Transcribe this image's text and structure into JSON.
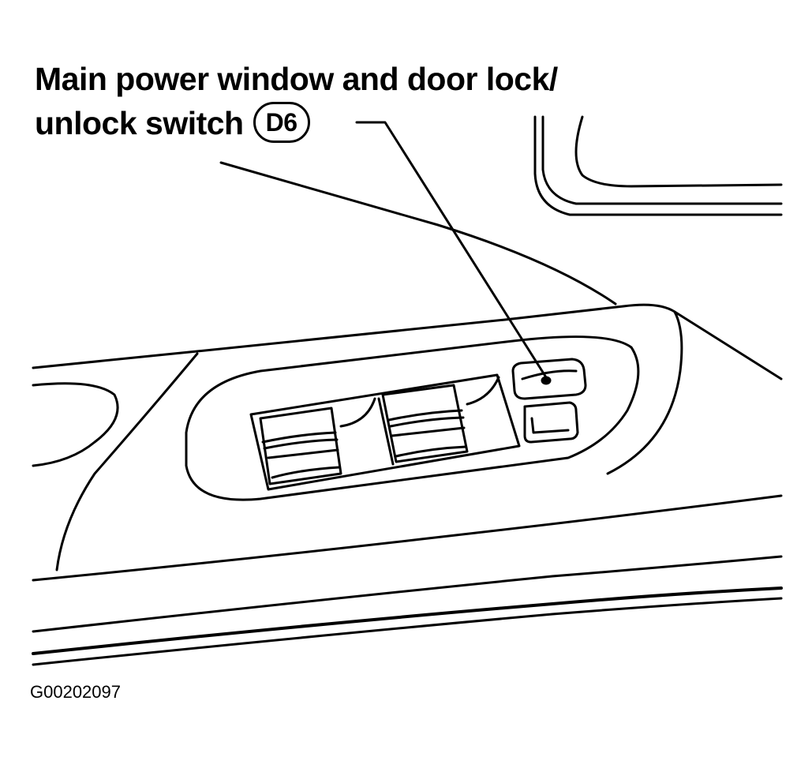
{
  "caption": {
    "line1": "Main power window and door lock/",
    "line2": "unlock switch",
    "callout": "D6"
  },
  "figure_id": "G00202097"
}
